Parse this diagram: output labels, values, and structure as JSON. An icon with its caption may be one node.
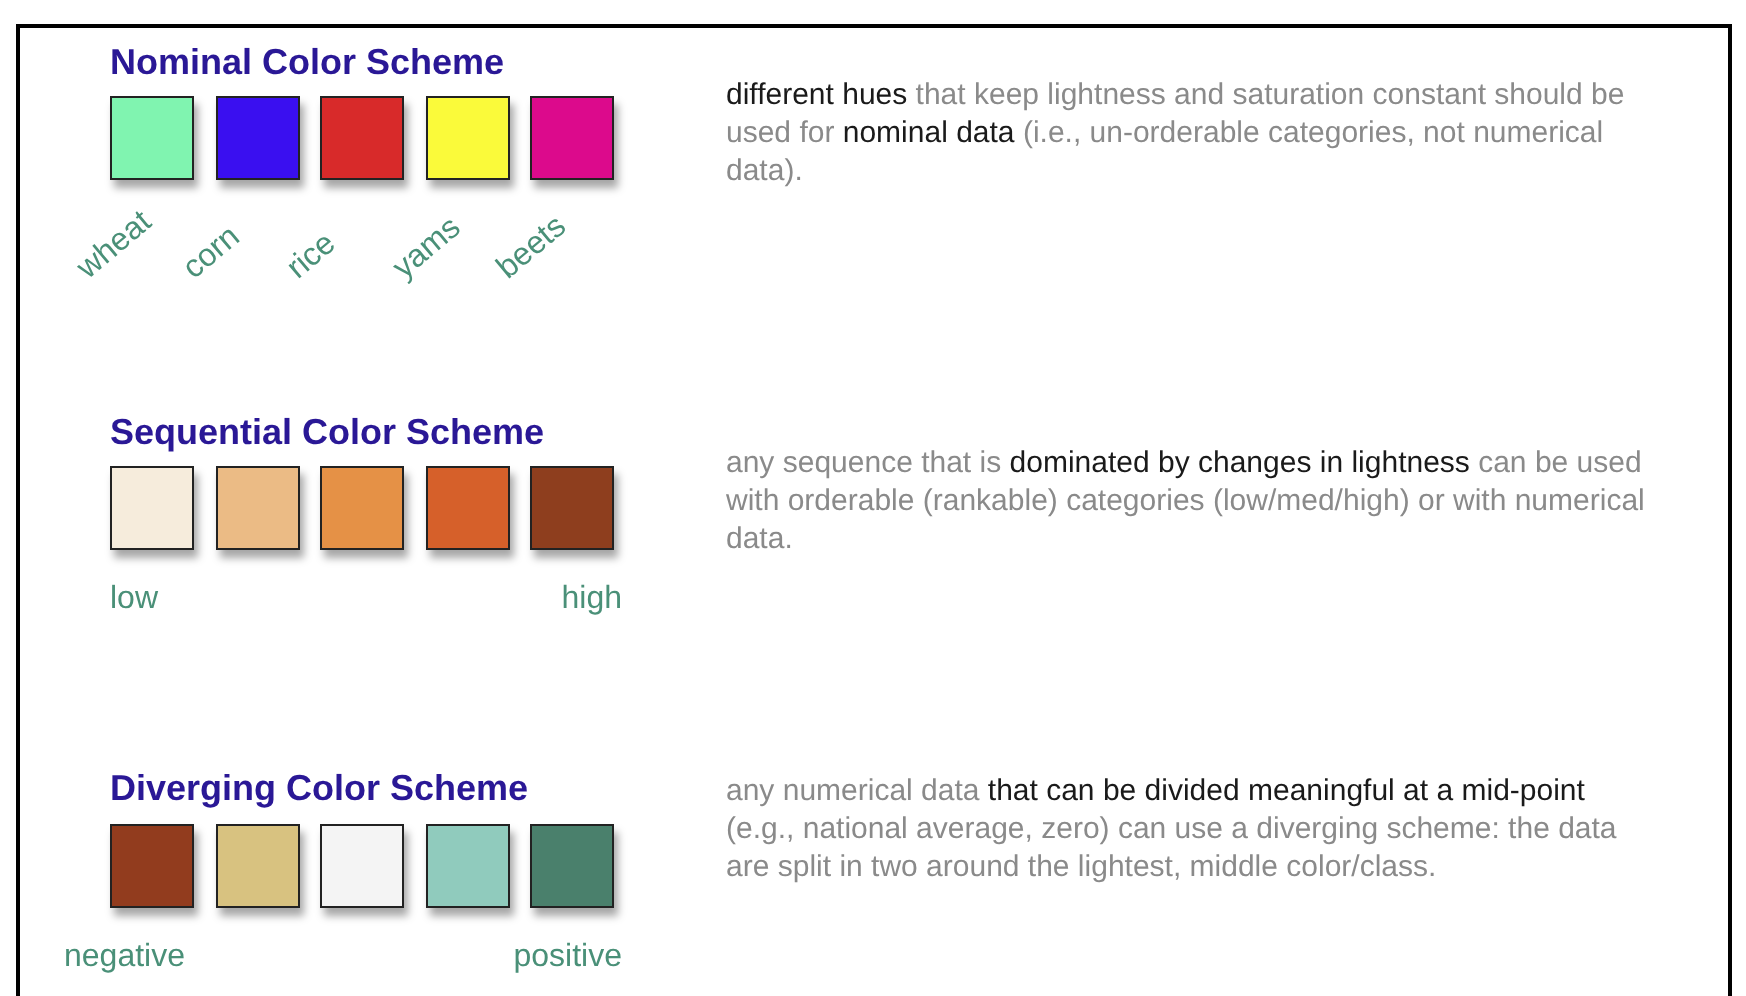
{
  "diagram": {
    "nodes": [
      {
        "text": [],
        "shape": "box",
        "beside": [
          "low"
        ]
      },
      {
        "text": [],
        "shape": "box"
      },
      {
        "text": [],
        "shape": "box"
      },
      {
        "text": [],
        "shape": "box"
      },
      {
        "text": [],
        "shape": "box",
        "beside": [
          "high"
        ]
      },
      {
        "text": [],
        "shape": "box",
        "beside": [
          "negative"
        ]
      },
      {
        "text": [],
        "shape": "box"
      },
      {
        "text": [],
        "shape": "box"
      },
      {
        "text": [],
        "shape": "box"
      },
      {
        "text": [],
        "shape": "box",
        "beside": [
          "positive"
        ]
      }
    ],
    "labels": [
      "Nominal Color Scheme",
      "**different hues** that keep lightness and saturation constant should be used for **nominal data** (i.e., un-orderable categories, not numerical data).",
      "Sequential Color Scheme",
      "any sequence that is **dominated by changes in lightness** can be used with orderable (rankable) categories (low/med/high) or with numerical data.",
      "Diverging Color Scheme",
      "any numerical data **that can be divided meaningful at a mid-point** (e.g., national average, zero) can use a diverging scheme: the data are split in two around the lightest, middle color/class."
    ],
    "legend": [
      {
        "text": "wheat",
        "color": "#80f4b0"
      },
      {
        "text": "corn",
        "color": "#3a0ff0"
      },
      {
        "text": "rice",
        "color": "#d82a2a"
      },
      {
        "text": "yams",
        "color": "#fafa3a"
      },
      {
        "text": "beets",
        "color": "#dc0a8c"
      }
    ]
  }
}
